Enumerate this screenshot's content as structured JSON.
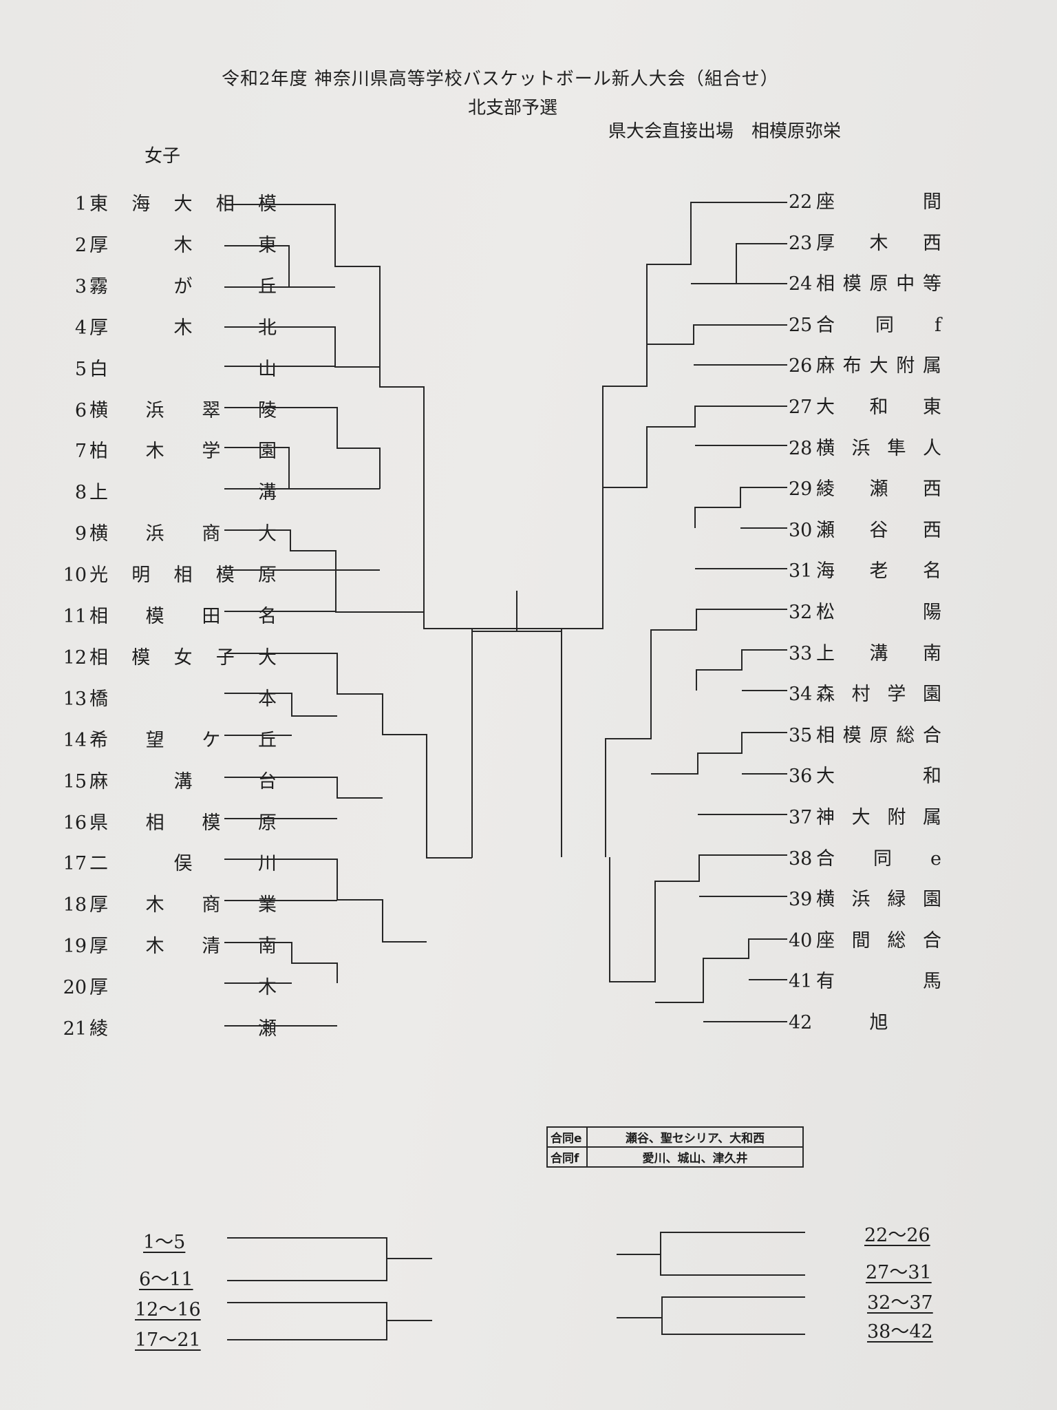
{
  "title": "令和2年度  神奈川県高等学校バスケットボール新人大会（組合せ）",
  "subtitle": "北支部予選",
  "direct_entry": "県大会直接出場　相模原弥栄",
  "gender": "女子",
  "left_teams": [
    {
      "num": "1",
      "name": [
        "東",
        "海",
        "大",
        "相",
        "模"
      ]
    },
    {
      "num": "2",
      "name": [
        "厚",
        "木",
        "東"
      ]
    },
    {
      "num": "3",
      "name": [
        "霧",
        "が",
        "丘"
      ]
    },
    {
      "num": "4",
      "name": [
        "厚",
        "木",
        "北"
      ]
    },
    {
      "num": "5",
      "name": [
        "白",
        "山"
      ]
    },
    {
      "num": "6",
      "name": [
        "横",
        "浜",
        "翠",
        "陵"
      ]
    },
    {
      "num": "7",
      "name": [
        "柏",
        "木",
        "学",
        "園"
      ]
    },
    {
      "num": "8",
      "name": [
        "上",
        "溝"
      ]
    },
    {
      "num": "9",
      "name": [
        "横",
        "浜",
        "商",
        "大"
      ]
    },
    {
      "num": "10",
      "name": [
        "光",
        "明",
        "相",
        "模",
        "原"
      ]
    },
    {
      "num": "11",
      "name": [
        "相",
        "模",
        "田",
        "名"
      ]
    },
    {
      "num": "12",
      "name": [
        "相",
        "模",
        "女",
        "子",
        "大"
      ]
    },
    {
      "num": "13",
      "name": [
        "橋",
        "本"
      ]
    },
    {
      "num": "14",
      "name": [
        "希",
        "望",
        "ケ",
        "丘"
      ]
    },
    {
      "num": "15",
      "name": [
        "麻",
        "溝",
        "台"
      ]
    },
    {
      "num": "16",
      "name": [
        "県",
        "相",
        "模",
        "原"
      ]
    },
    {
      "num": "17",
      "name": [
        "二",
        "俣",
        "川"
      ]
    },
    {
      "num": "18",
      "name": [
        "厚",
        "木",
        "商",
        "業"
      ]
    },
    {
      "num": "19",
      "name": [
        "厚",
        "木",
        "清",
        "南"
      ]
    },
    {
      "num": "20",
      "name": [
        "厚",
        "木"
      ]
    },
    {
      "num": "21",
      "name": [
        "綾",
        "瀬"
      ]
    }
  ],
  "right_teams": [
    {
      "num": "22",
      "name": [
        "座",
        "間"
      ]
    },
    {
      "num": "23",
      "name": [
        "厚",
        "木",
        "西"
      ]
    },
    {
      "num": "24",
      "name": [
        "相",
        "模",
        "原",
        "中",
        "等"
      ]
    },
    {
      "num": "25",
      "name": [
        "合",
        "同",
        "f"
      ]
    },
    {
      "num": "26",
      "name": [
        "麻",
        "布",
        "大",
        "附",
        "属"
      ]
    },
    {
      "num": "27",
      "name": [
        "大",
        "和",
        "東"
      ]
    },
    {
      "num": "28",
      "name": [
        "横",
        "浜",
        "隼",
        "人"
      ]
    },
    {
      "num": "29",
      "name": [
        "綾",
        "瀬",
        "西"
      ]
    },
    {
      "num": "30",
      "name": [
        "瀬",
        "谷",
        "西"
      ]
    },
    {
      "num": "31",
      "name": [
        "海",
        "老",
        "名"
      ]
    },
    {
      "num": "32",
      "name": [
        "松",
        "陽"
      ]
    },
    {
      "num": "33",
      "name": [
        "上",
        "溝",
        "南"
      ]
    },
    {
      "num": "34",
      "name": [
        "森",
        "村",
        "学",
        "園"
      ]
    },
    {
      "num": "35",
      "name": [
        "相",
        "模",
        "原",
        "総",
        "合"
      ]
    },
    {
      "num": "36",
      "name": [
        "大",
        "和"
      ]
    },
    {
      "num": "37",
      "name": [
        "神",
        "大",
        "附",
        "属"
      ]
    },
    {
      "num": "38",
      "name": [
        "合",
        "同",
        "e"
      ]
    },
    {
      "num": "39",
      "name": [
        "横",
        "浜",
        "緑",
        "園"
      ]
    },
    {
      "num": "40",
      "name": [
        "座",
        "間",
        "総",
        "合"
      ]
    },
    {
      "num": "41",
      "name": [
        "有",
        "馬"
      ]
    },
    {
      "num": "42",
      "name": [
        "",
        "旭",
        ""
      ]
    }
  ],
  "joint_teams": [
    {
      "key": "合同e",
      "value": "瀬谷、聖セシリア、大和西"
    },
    {
      "key": "合同f",
      "value": "愛川、城山、津久井"
    }
  ],
  "groups_left": [
    "1～5",
    "6～11",
    "12～16",
    "17～21"
  ],
  "groups_right": [
    "22～26",
    "27～31",
    "32～37",
    "38～42"
  ]
}
